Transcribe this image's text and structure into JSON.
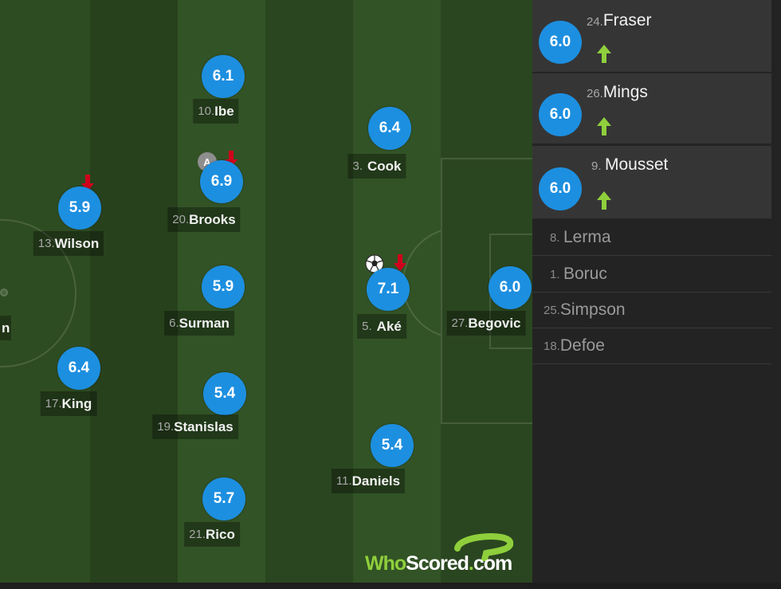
{
  "lineup": {
    "starters": [
      {
        "number": "13.",
        "name": "Wilson",
        "rating": "5.9",
        "subbed_off": true,
        "goal": false,
        "captain": false
      },
      {
        "number": "17.",
        "name": "King",
        "rating": "6.4",
        "subbed_off": false,
        "goal": false,
        "captain": false
      },
      {
        "number": "10.",
        "name": "Ibe",
        "rating": "6.1",
        "subbed_off": false,
        "goal": false,
        "captain": false
      },
      {
        "number": "20.",
        "name": "Brooks",
        "rating": "6.9",
        "subbed_off": true,
        "goal": false,
        "captain": true,
        "captain_label": "A"
      },
      {
        "number": "6.",
        "name": "Surman",
        "rating": "5.9",
        "subbed_off": false,
        "goal": false,
        "captain": false
      },
      {
        "number": "19.",
        "name": "Stanislas",
        "rating": "5.4",
        "subbed_off": false,
        "goal": false,
        "captain": false
      },
      {
        "number": "21.",
        "name": "Rico",
        "rating": "5.7",
        "subbed_off": false,
        "goal": false,
        "captain": false
      },
      {
        "number": "3.",
        "name": "Cook",
        "rating": "6.4",
        "subbed_off": false,
        "goal": false,
        "captain": false
      },
      {
        "number": "5.",
        "name": "Aké",
        "rating": "7.1",
        "subbed_off": true,
        "goal": true,
        "captain": false
      },
      {
        "number": "11.",
        "name": "Daniels",
        "rating": "5.4",
        "subbed_off": false,
        "goal": false,
        "captain": false
      },
      {
        "number": "27.",
        "name": "Begovic",
        "rating": "6.0",
        "subbed_off": false,
        "goal": false,
        "captain": false
      }
    ],
    "substitutes_used": [
      {
        "number": "24.",
        "name": "Fraser",
        "rating": "6.0",
        "icon": "sub-on-arrow-icon"
      },
      {
        "number": "26.",
        "name": "Mings",
        "rating": "6.0",
        "icon": "sub-on-arrow-icon"
      },
      {
        "number": "9.",
        "name": "Mousset",
        "rating": "6.0",
        "icon": "sub-on-arrow-icon"
      }
    ],
    "substitutes_unused": [
      {
        "number": "8.",
        "name": "Lerma"
      },
      {
        "number": "1.",
        "name": "Boruc"
      },
      {
        "number": "25.",
        "name": "Simpson"
      },
      {
        "number": "18.",
        "name": "Defoe"
      }
    ],
    "edge_text": "n"
  },
  "branding": {
    "who": "Who",
    "scored": "Scored",
    "dot": ".",
    "com": "com"
  },
  "colors": {
    "rating_bubble": "#1d8fe0",
    "sub_off_arrow": "#d0021b",
    "sub_on_arrow": "#8fcf3c",
    "pitch_dark": "#2b471f",
    "pitch_light": "#325326",
    "bench_bg": "#232323",
    "sub_row_bg": "#353535"
  }
}
